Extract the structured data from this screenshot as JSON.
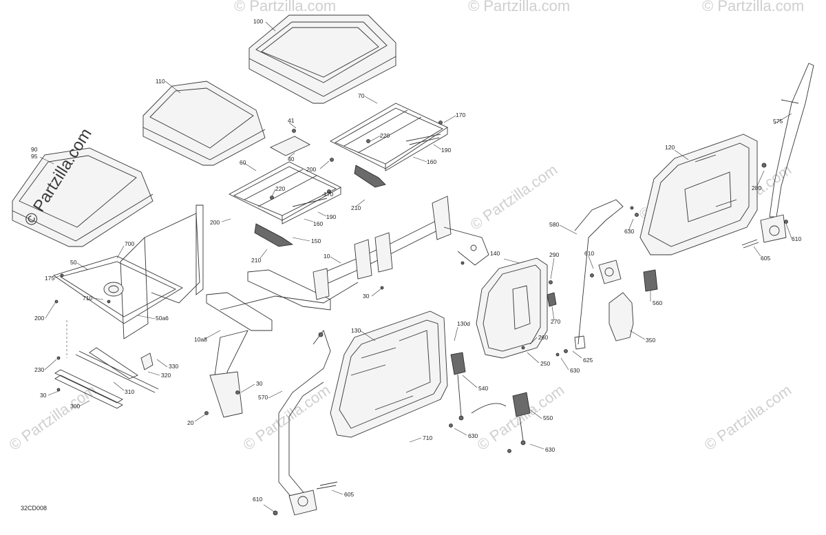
{
  "diagram_code": "32CD008",
  "watermark_text": "© Partzilla.com",
  "main_watermark_text": "© Partzilla.com",
  "callouts": [
    {
      "id": "c100",
      "text": "100"
    },
    {
      "id": "c110",
      "text": "110"
    },
    {
      "id": "c90",
      "text": "90"
    },
    {
      "id": "c95",
      "text": "95"
    },
    {
      "id": "c41",
      "text": "41"
    },
    {
      "id": "c40",
      "text": "40"
    },
    {
      "id": "c200a",
      "text": "200"
    },
    {
      "id": "c70",
      "text": "70"
    },
    {
      "id": "c170a",
      "text": "170"
    },
    {
      "id": "c220a",
      "text": "220"
    },
    {
      "id": "c190a",
      "text": "190"
    },
    {
      "id": "c160a",
      "text": "160"
    },
    {
      "id": "c210a",
      "text": "210"
    },
    {
      "id": "c60",
      "text": "60"
    },
    {
      "id": "c220b",
      "text": "220"
    },
    {
      "id": "c170b",
      "text": "170"
    },
    {
      "id": "c190b",
      "text": "190"
    },
    {
      "id": "c160b",
      "text": "160"
    },
    {
      "id": "c200b",
      "text": "200"
    },
    {
      "id": "c150",
      "text": "150"
    },
    {
      "id": "c210b",
      "text": "210"
    },
    {
      "id": "c700",
      "text": "700"
    },
    {
      "id": "c50",
      "text": "50"
    },
    {
      "id": "c175",
      "text": "175"
    },
    {
      "id": "c710a",
      "text": "710"
    },
    {
      "id": "c200c",
      "text": "200"
    },
    {
      "id": "c50a6",
      "text": "50a6"
    },
    {
      "id": "c10",
      "text": "10"
    },
    {
      "id": "c30a",
      "text": "30"
    },
    {
      "id": "c10a8",
      "text": "10a8"
    },
    {
      "id": "c30b",
      "text": "30"
    },
    {
      "id": "c20",
      "text": "20"
    },
    {
      "id": "c330",
      "text": "330"
    },
    {
      "id": "c320",
      "text": "320"
    },
    {
      "id": "c310",
      "text": "310"
    },
    {
      "id": "c300",
      "text": "300"
    },
    {
      "id": "c230",
      "text": "230"
    },
    {
      "id": "c30c",
      "text": "30"
    },
    {
      "id": "c570",
      "text": "570"
    },
    {
      "id": "c610a",
      "text": "610"
    },
    {
      "id": "c605a",
      "text": "605"
    },
    {
      "id": "c130",
      "text": "130"
    },
    {
      "id": "c130d",
      "text": "130d"
    },
    {
      "id": "c540",
      "text": "540"
    },
    {
      "id": "c710b",
      "text": "710"
    },
    {
      "id": "c630a",
      "text": "630"
    },
    {
      "id": "c550",
      "text": "550"
    },
    {
      "id": "c630b",
      "text": "630"
    },
    {
      "id": "c140",
      "text": "140"
    },
    {
      "id": "c290",
      "text": "290"
    },
    {
      "id": "c270",
      "text": "270"
    },
    {
      "id": "c260",
      "text": "260"
    },
    {
      "id": "c250",
      "text": "250"
    },
    {
      "id": "c625",
      "text": "625"
    },
    {
      "id": "c630c",
      "text": "630"
    },
    {
      "id": "c580",
      "text": "580"
    },
    {
      "id": "c610b",
      "text": "610"
    },
    {
      "id": "c630d",
      "text": "630"
    },
    {
      "id": "c560",
      "text": "560"
    },
    {
      "id": "c350",
      "text": "350"
    },
    {
      "id": "c120",
      "text": "120"
    },
    {
      "id": "c575",
      "text": "575"
    },
    {
      "id": "c280",
      "text": "280"
    },
    {
      "id": "c610c",
      "text": "610"
    },
    {
      "id": "c605b",
      "text": "605"
    }
  ]
}
